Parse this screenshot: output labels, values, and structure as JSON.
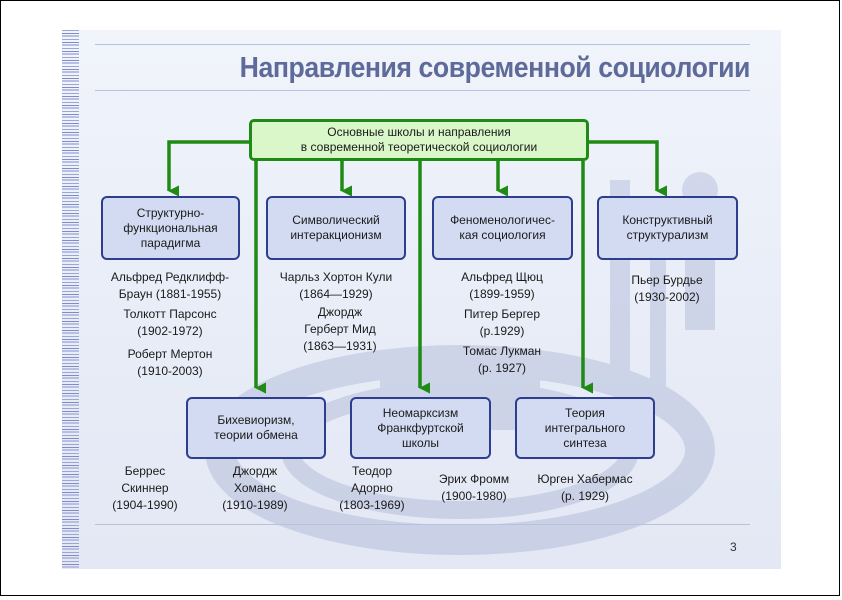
{
  "title": "Направления современной социологии",
  "root": {
    "line1": "Основные школы и направления",
    "line2": "в современной теоретической социологии"
  },
  "top_nodes": [
    {
      "lines": [
        "Структурно-",
        "функциональная",
        "парадигма"
      ],
      "people": [
        [
          "Альфред Редклифф-",
          "Браун (1881-1955)"
        ],
        [
          "Толкотт Парсонс",
          "(1902-1972)"
        ],
        [
          "Роберт Мертон",
          "(1910-2003)"
        ]
      ]
    },
    {
      "lines": [
        "Символический",
        "интеракционизм"
      ],
      "people": [
        [
          "Чарльз Хортон Кули",
          "(1864—1929)"
        ],
        [
          "Джордж",
          "Герберт Мид",
          "(1863—1931)"
        ]
      ]
    },
    {
      "lines": [
        "Феноменологичес-",
        "кая социология"
      ],
      "people": [
        [
          "Альфред Щюц",
          "(1899-1959)"
        ],
        [
          "Питер Бергер",
          "(р.1929)"
        ],
        [
          "Томас Лукман",
          "(р. 1927)"
        ]
      ]
    },
    {
      "lines": [
        "Конструктивный",
        "структурализм"
      ],
      "people": [
        [
          "Пьер Бурдье",
          "(1930-2002)"
        ]
      ]
    }
  ],
  "bottom_nodes": [
    {
      "lines": [
        "Бихевиоризм,",
        "теории обмена"
      ],
      "people": [
        [
          "Беррес",
          "Скиннер",
          "(1904-1990)"
        ],
        [
          "Джордж",
          "Хоманс",
          "(1910-1989)"
        ]
      ]
    },
    {
      "lines": [
        "Неомарксизм",
        "Франкфуртской",
        "школы"
      ],
      "people": [
        [
          "Теодор",
          "Адорно",
          "(1803-1969)"
        ],
        [
          "Эрих Фромм",
          "(1900-1980)"
        ]
      ]
    },
    {
      "lines": [
        "Теория",
        "интегрального",
        "синтеза"
      ],
      "people": [
        [
          "Юрген Хабермас",
          "(р. 1929)"
        ]
      ]
    }
  ],
  "page_number": "3",
  "colors": {
    "arrow_green": "#1f8a14",
    "root_fill": "#d9f7c9",
    "node_fill": "#d2dbf2",
    "node_border": "#2e3e8f",
    "title_color": "#5e6b9a"
  }
}
